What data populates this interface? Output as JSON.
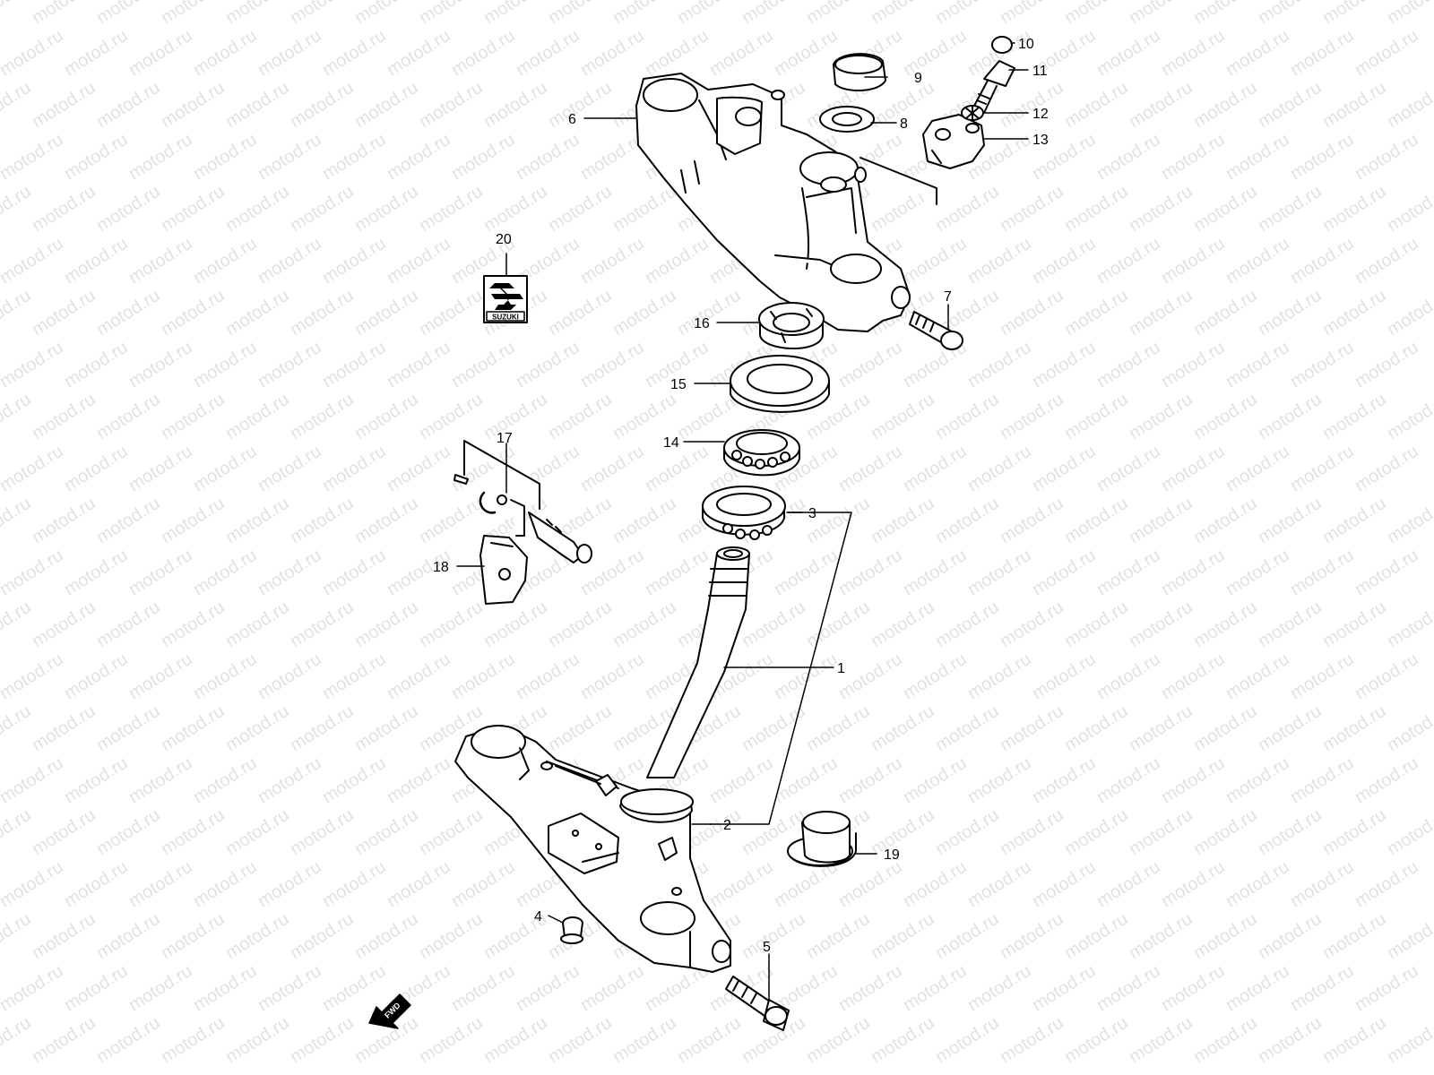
{
  "diagram": {
    "watermark": "motod.ru",
    "logo_text": "SUZUKI",
    "fwd_label": "FWD",
    "callouts": {
      "c1": "1",
      "c2": "2",
      "c3": "3",
      "c4": "4",
      "c5": "5",
      "c6": "6",
      "c7": "7",
      "c8": "8",
      "c9": "9",
      "c10": "10",
      "c11": "11",
      "c12": "12",
      "c13": "13",
      "c14": "14",
      "c15": "15",
      "c16": "16",
      "c17": "17",
      "c18": "18",
      "c19": "19",
      "c20": "20"
    }
  }
}
